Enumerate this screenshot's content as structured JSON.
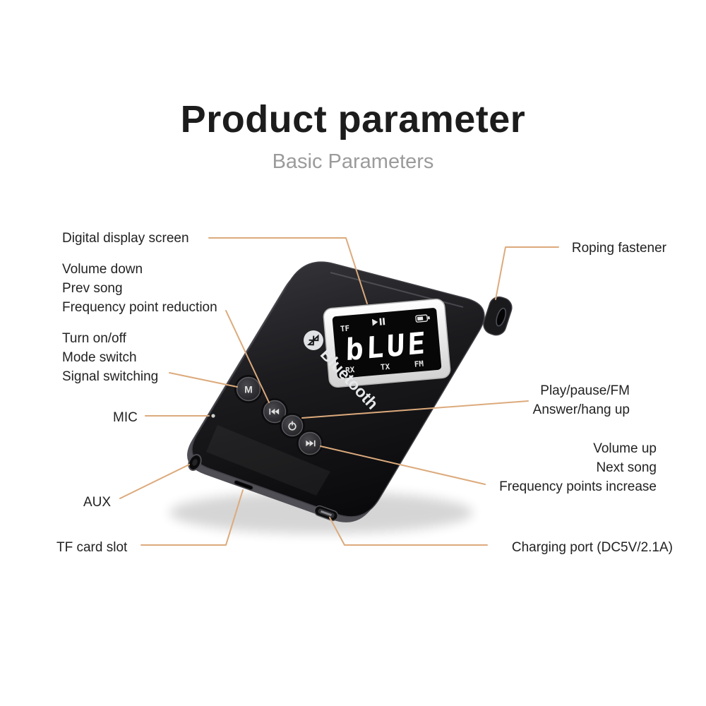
{
  "page": {
    "title": "Product parameter",
    "subtitle": "Basic Parameters"
  },
  "colors": {
    "leader-line": "#dcaa7c",
    "title": "#1c1c1c",
    "subtitle": "#9b9b9b",
    "label": "#222222",
    "background": "#ffffff"
  },
  "device": {
    "brand": "Bluetooth",
    "display": {
      "main": "bLUE",
      "tf": "TF",
      "rx": "RX",
      "tx": "TX",
      "fm": "FM"
    },
    "buttons": {
      "mode": "M"
    }
  },
  "labels": {
    "left": [
      {
        "id": "digital-display-screen",
        "lines": [
          "Digital display screen"
        ]
      },
      {
        "id": "volume-down-group",
        "lines": [
          "Volume down",
          "Prev song",
          "Frequency point reduction"
        ]
      },
      {
        "id": "power-group",
        "lines": [
          "Turn on/off",
          "Mode switch",
          "Signal switching"
        ]
      },
      {
        "id": "mic",
        "lines": [
          "MIC"
        ]
      },
      {
        "id": "aux",
        "lines": [
          "AUX"
        ]
      },
      {
        "id": "tf-card-slot",
        "lines": [
          "TF card slot"
        ]
      }
    ],
    "right": [
      {
        "id": "roping-fastener",
        "lines": [
          "Roping fastener"
        ]
      },
      {
        "id": "play-group",
        "lines": [
          "Play/pause/FM",
          "Answer/hang up"
        ]
      },
      {
        "id": "volume-up-group",
        "lines": [
          "Volume up",
          "Next song",
          "Frequency points increase"
        ]
      },
      {
        "id": "charging-port",
        "lines": [
          "Charging port (DC5V/2.1A)"
        ]
      }
    ]
  }
}
